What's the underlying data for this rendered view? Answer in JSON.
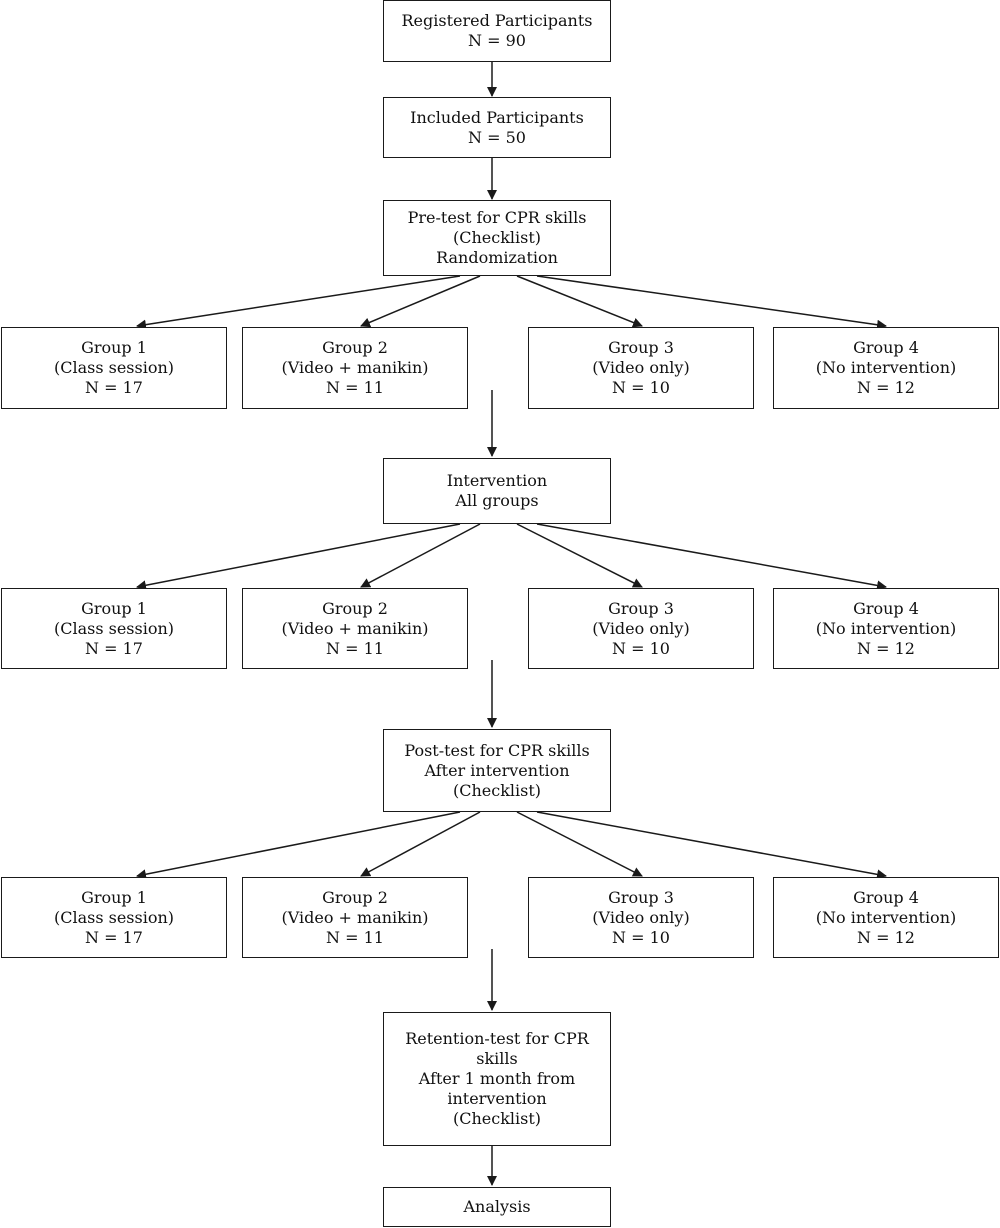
{
  "colors": {
    "stroke": "#1a1a1a",
    "background": "#ffffff",
    "text": "#111111"
  },
  "registered": {
    "line1": "Registered Participants",
    "line2": "N = 90"
  },
  "included": {
    "line1": "Included Participants",
    "line2": "N = 50"
  },
  "pretest": {
    "line1": "Pre-test for CPR skills",
    "line2": "(Checklist)",
    "line3": "Randomization"
  },
  "stage1": {
    "groups": [
      {
        "name": "Group 1",
        "desc": "(Class session)",
        "n": "N = 17"
      },
      {
        "name": "Group 2",
        "desc": "(Video + manikin)",
        "n": "N = 11"
      },
      {
        "name": "Group 3",
        "desc": "(Video only)",
        "n": "N = 10"
      },
      {
        "name": "Group 4",
        "desc": "(No intervention)",
        "n": "N = 12"
      }
    ]
  },
  "intervention": {
    "line1": "Intervention",
    "line2": "All groups"
  },
  "stage2": {
    "groups": [
      {
        "name": "Group 1",
        "desc": "(Class session)",
        "n": "N = 17"
      },
      {
        "name": "Group 2",
        "desc": "(Video + manikin)",
        "n": "N = 11"
      },
      {
        "name": "Group 3",
        "desc": "(Video only)",
        "n": "N = 10"
      },
      {
        "name": "Group 4",
        "desc": "(No intervention)",
        "n": "N = 12"
      }
    ]
  },
  "posttest": {
    "line1": "Post-test for CPR skills",
    "line2": "After intervention",
    "line3": "(Checklist)"
  },
  "stage3": {
    "groups": [
      {
        "name": "Group 1",
        "desc": "(Class session)",
        "n": "N = 17"
      },
      {
        "name": "Group 2",
        "desc": "(Video + manikin)",
        "n": "N = 11"
      },
      {
        "name": "Group 3",
        "desc": "(Video only)",
        "n": "N = 10"
      },
      {
        "name": "Group 4",
        "desc": "(No intervention)",
        "n": "N = 12"
      }
    ]
  },
  "retention": {
    "line1": "Retention-test for CPR",
    "line2": "skills",
    "line3": "After 1 month from",
    "line4": "intervention",
    "line5": "(Checklist)"
  },
  "analysis": {
    "line1": "Analysis"
  }
}
